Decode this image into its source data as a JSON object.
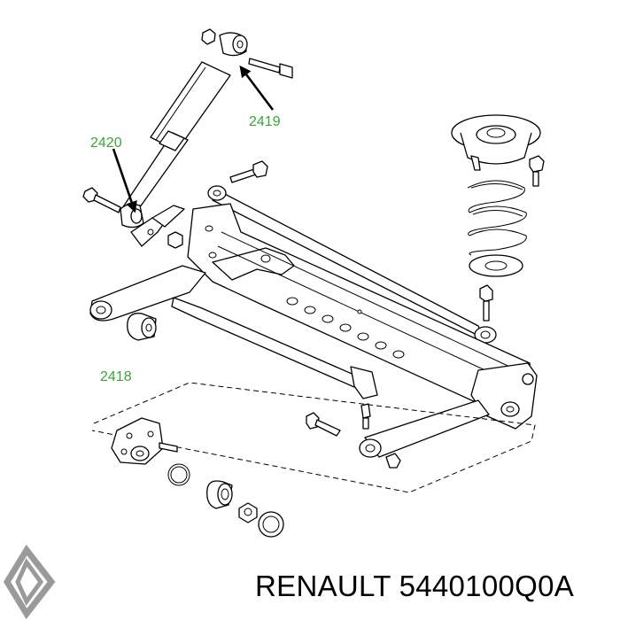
{
  "callouts": {
    "c2419": "2419",
    "c2420": "2420",
    "c2418": "2418"
  },
  "footer": {
    "brand": "RENAULT",
    "part_number": "5440100Q0A"
  },
  "colors": {
    "callout_text": "#3aa53a",
    "line_art": "#000000",
    "background": "#ffffff"
  },
  "icons": {
    "logo": "renault-diamond-logo"
  }
}
